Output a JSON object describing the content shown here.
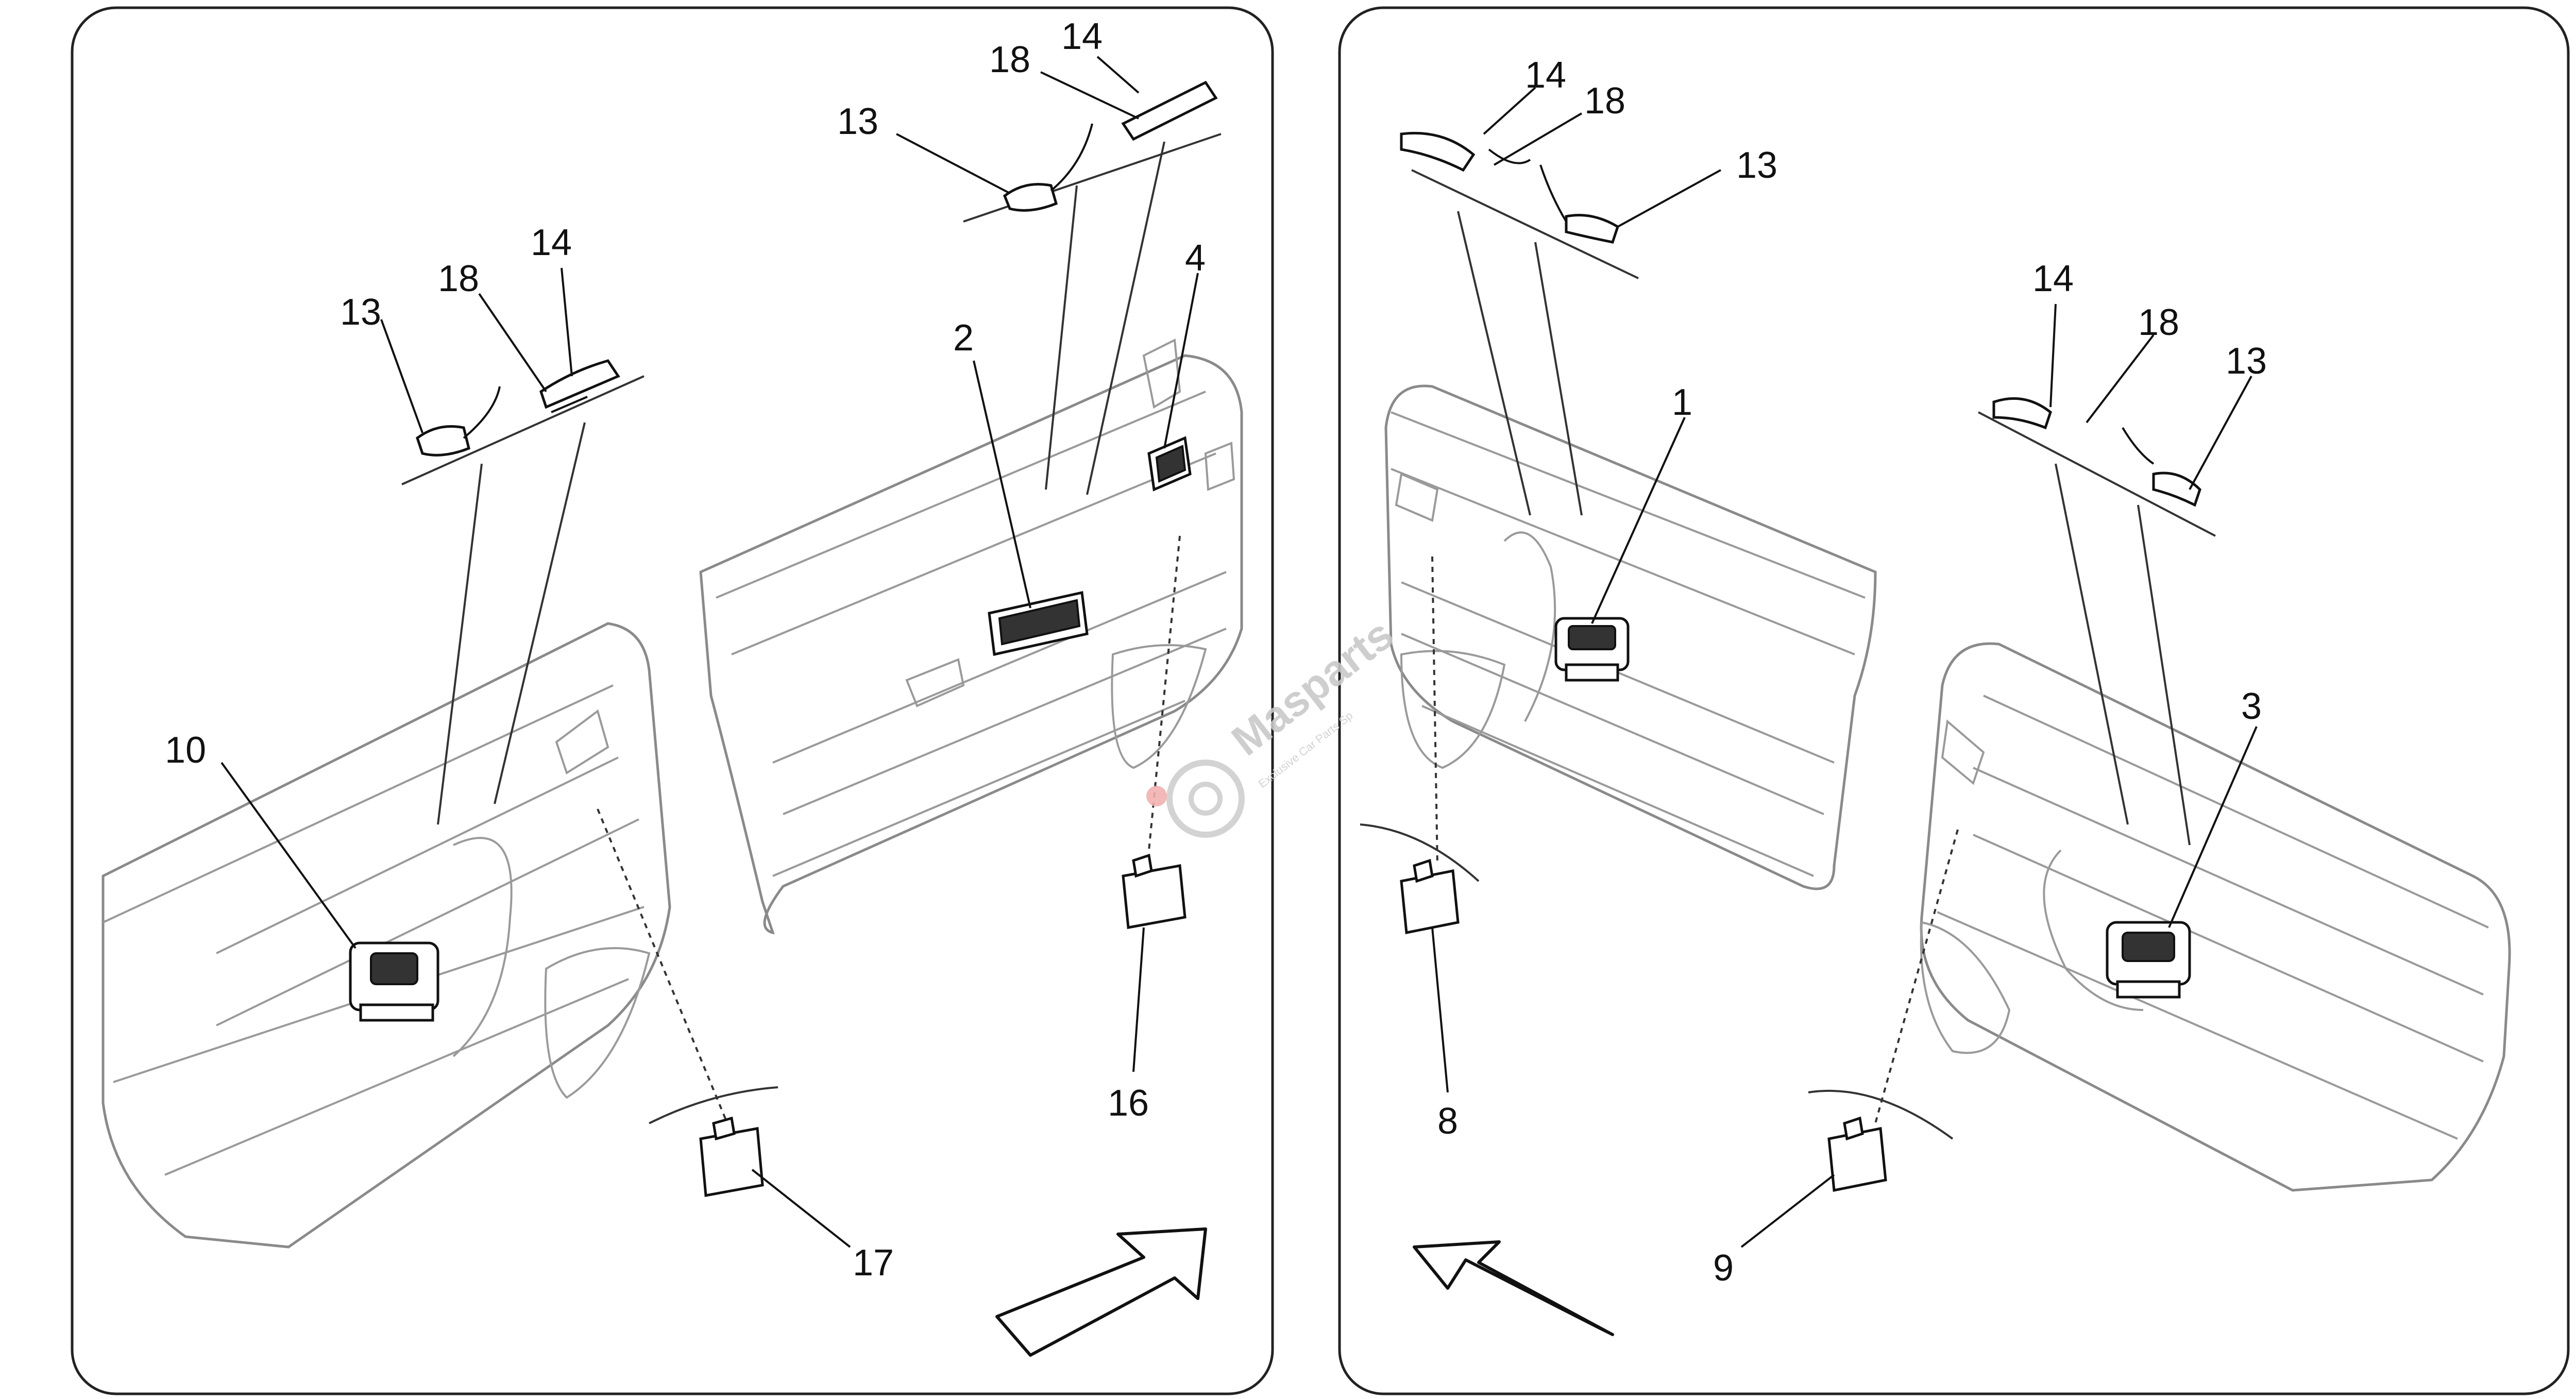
{
  "watermark": {
    "brand": "Masparts",
    "tagline": "Exclusive Car Parts Sp"
  },
  "left_panel": {
    "callouts": [
      {
        "id": "13a",
        "text": "13"
      },
      {
        "id": "18a",
        "text": "18"
      },
      {
        "id": "14a",
        "text": "14"
      },
      {
        "id": "13b",
        "text": "13"
      },
      {
        "id": "18b",
        "text": "18"
      },
      {
        "id": "14b",
        "text": "14"
      },
      {
        "id": "2",
        "text": "2"
      },
      {
        "id": "4",
        "text": "4"
      },
      {
        "id": "10",
        "text": "10"
      },
      {
        "id": "16",
        "text": "16"
      },
      {
        "id": "17",
        "text": "17"
      }
    ]
  },
  "right_panel": {
    "callouts": [
      {
        "id": "14c",
        "text": "14"
      },
      {
        "id": "18c",
        "text": "18"
      },
      {
        "id": "13c",
        "text": "13"
      },
      {
        "id": "14d",
        "text": "14"
      },
      {
        "id": "18d",
        "text": "18"
      },
      {
        "id": "13d",
        "text": "13"
      },
      {
        "id": "1",
        "text": "1"
      },
      {
        "id": "3",
        "text": "3"
      },
      {
        "id": "8",
        "text": "8"
      },
      {
        "id": "9",
        "text": "9"
      }
    ]
  },
  "icons": {
    "left_direction": "arrow-forward-right-icon",
    "right_direction": "arrow-forward-left-icon",
    "watermark_logo": "gear-logo-icon"
  }
}
